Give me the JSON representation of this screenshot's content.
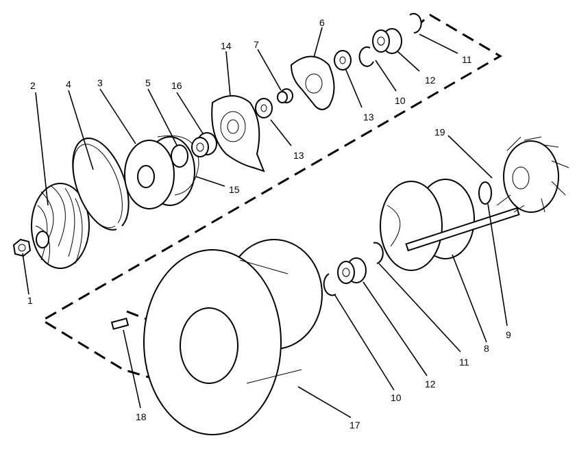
{
  "diagram": {
    "callouts": [
      {
        "id": "c1",
        "text": "1"
      },
      {
        "id": "c2",
        "text": "2"
      },
      {
        "id": "c3",
        "text": "3"
      },
      {
        "id": "c4",
        "text": "4"
      },
      {
        "id": "c5",
        "text": "5"
      },
      {
        "id": "c6",
        "text": "6"
      },
      {
        "id": "c7",
        "text": "7"
      },
      {
        "id": "c8",
        "text": "8"
      },
      {
        "id": "c9",
        "text": "9"
      },
      {
        "id": "c10a",
        "text": "10"
      },
      {
        "id": "c10b",
        "text": "10"
      },
      {
        "id": "c11a",
        "text": "11"
      },
      {
        "id": "c11b",
        "text": "11"
      },
      {
        "id": "c12a",
        "text": "12"
      },
      {
        "id": "c12b",
        "text": "12"
      },
      {
        "id": "c13a",
        "text": "13"
      },
      {
        "id": "c13b",
        "text": "13"
      },
      {
        "id": "c14",
        "text": "14"
      },
      {
        "id": "c15",
        "text": "15"
      },
      {
        "id": "c16",
        "text": "16"
      },
      {
        "id": "c17",
        "text": "17"
      },
      {
        "id": "c18",
        "text": "18"
      },
      {
        "id": "c19",
        "text": "19"
      }
    ]
  }
}
